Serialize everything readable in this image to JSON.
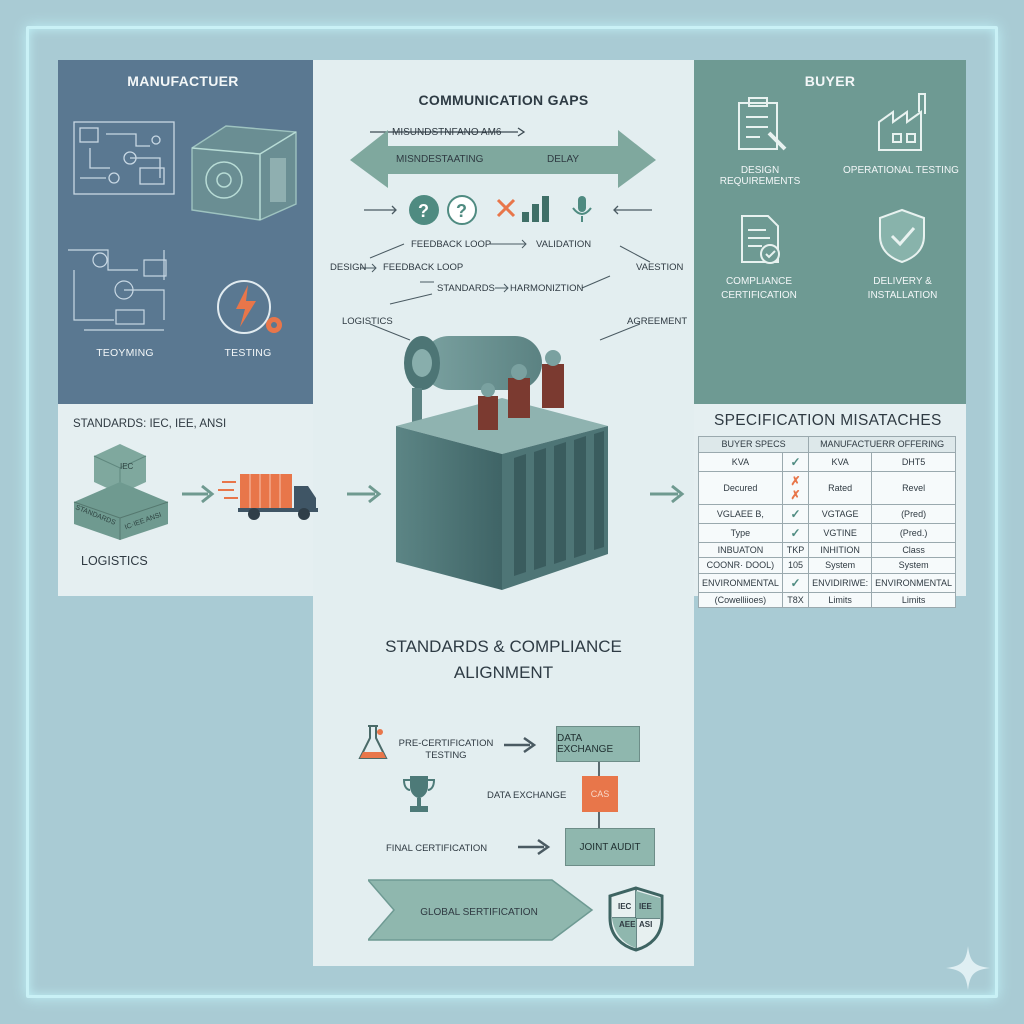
{
  "manufacturer": {
    "title": "MANUFACTUER",
    "prototyping_label": "TEOYMING",
    "testing_label": "TESTING"
  },
  "buyer": {
    "title": "BUYER",
    "items": [
      {
        "label": "DESIGN REQUIREMENTS",
        "icon": "clipboard-wrench-icon"
      },
      {
        "label": "OPERATIONAL TESTING",
        "icon": "factory-icon"
      },
      {
        "label": "COMPLIANCE CERTIFICATION",
        "icon": "certificate-document-icon"
      },
      {
        "label": "DELIVERY & INSTALLATION",
        "icon": "shield-check-icon"
      }
    ]
  },
  "communication": {
    "title": "COMMUNICATION GAPS",
    "arrow_top": "MISUNDSTNFANO AM6",
    "arrow_bottom_left": "MISNDESTAATING",
    "arrow_bottom_right": "DELAY",
    "feedback_loop": "FEEDBACK LOOP",
    "validation": "VALIDATION",
    "design": "DESIGN",
    "feedback_loop_2": "FEEDBACK LOOP",
    "valstion": "VAESTION",
    "standards": "STANDARDS",
    "harmonization": "HARMONIZTION",
    "logistics": "LOGISTICS",
    "agreement": "AGREEMENT"
  },
  "left_mid": {
    "standards": "STANDARDS: IEC, IEE, ANSI",
    "logistics": "LOGISTICS",
    "cube_top": "IEC",
    "cube_bottom_left": "STANDARDS",
    "cube_bottom_right": "IC·IEE ANSI"
  },
  "spec": {
    "title": "SPECIFICATION MISATACHES",
    "headers": [
      "BUYER SPECS",
      "MANUFACTUERR OFFERING"
    ],
    "rows": [
      [
        "KVA",
        "✓",
        "KVA",
        "DHT5"
      ],
      [
        "Decured",
        "✗ ✗",
        "Rated",
        "Revel"
      ],
      [
        "VGLAEE B,",
        "✓",
        "VGTAGE",
        "(Pred)"
      ],
      [
        "Type",
        "✓",
        "VGTINE",
        "(Pred.)"
      ],
      [
        "INBUATON",
        "TKP",
        "INHITION",
        "Class"
      ],
      [
        "COONR· DOOL)",
        "105",
        "System",
        "System"
      ],
      [
        "ENVIRONMENTAL",
        "✓",
        "ENVIDIRIWE:",
        "ENVIRONMENTAL"
      ],
      [
        "(Cowelliioes)",
        "T8X",
        "Limits",
        "Limits"
      ]
    ]
  },
  "standards": {
    "title_line1": "STANDARDS & COMPLIANCE",
    "title_line2": "ALIGNMENT",
    "pre_cert_line1": "PRE-CERTIFICATION",
    "pre_cert_line2": "TESTING",
    "data_exchange_box": "DATA EXCHANGE",
    "data_exchange_label": "DATA EXCHANGE",
    "orange_box": "CAS",
    "final_cert": "FINAL CERTIFICATION",
    "joint_audit": "JOINT AUDIT",
    "global_cert": "GLOBAL SERTIFICATION",
    "shield_tl": "IEC",
    "shield_tr": "IEE",
    "shield_bl": "AEE",
    "shield_br": "ASI"
  },
  "colors": {
    "manufacturer_panel": "#5a7891",
    "buyer_panel": "#6e9a93",
    "accent_orange": "#e8764a",
    "teal": "#8fb7ae"
  }
}
